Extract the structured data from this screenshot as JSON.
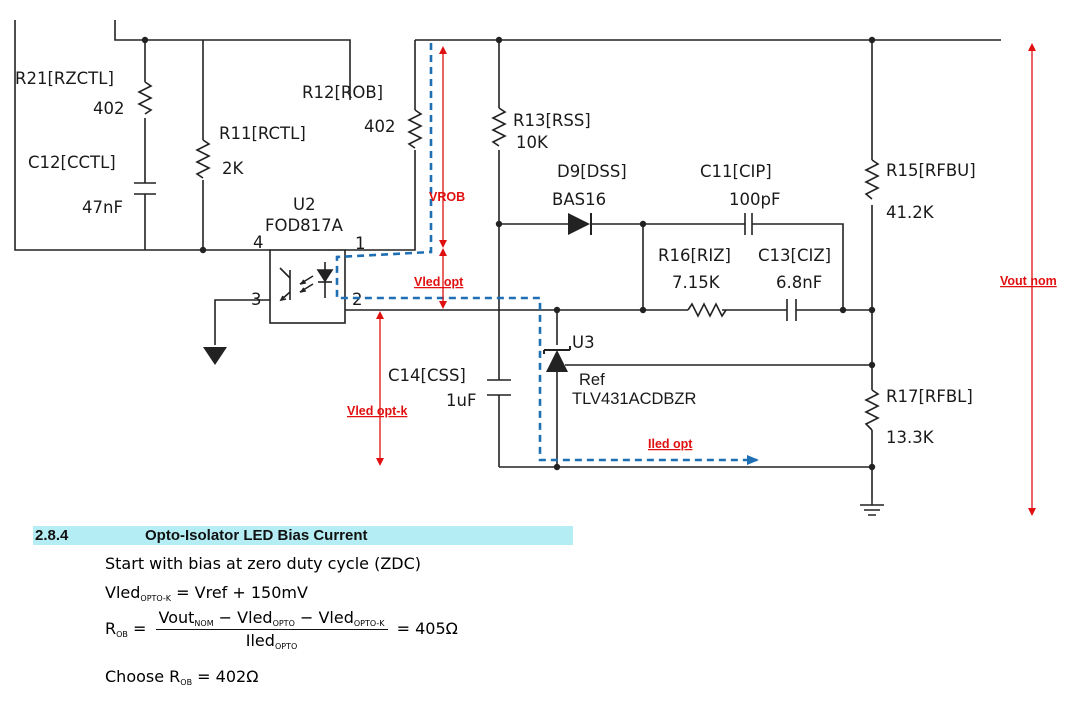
{
  "diagram": {
    "components": {
      "r21": {
        "ref": "R21[RZCTL]",
        "value": "402"
      },
      "c12": {
        "ref": "C12[CCTL]",
        "value": "47nF"
      },
      "r11": {
        "ref": "R11[RCTL]",
        "value": "2K"
      },
      "r12": {
        "ref": "R12[ROB]",
        "value": "402"
      },
      "u2": {
        "ref": "U2",
        "part": "FOD817A",
        "pin1": "1",
        "pin2": "2",
        "pin3": "3",
        "pin4": "4"
      },
      "r13": {
        "ref": "R13[RSS]",
        "value": "10K"
      },
      "d9": {
        "ref": "D9[DSS]",
        "part": "BAS16"
      },
      "c11": {
        "ref": "C11[CIP]",
        "value": "100pF"
      },
      "r16": {
        "ref": "R16[RIZ]",
        "value": "7.15K"
      },
      "c13": {
        "ref": "C13[CIZ]",
        "value": "6.8nF"
      },
      "r15": {
        "ref": "R15[RFBU]",
        "value": "41.2K"
      },
      "c14": {
        "ref": "C14[CSS]",
        "value": "1uF"
      },
      "u3": {
        "ref": "U3",
        "ref_pin": "Ref",
        "part": "TLV431ACDBZR"
      },
      "r17": {
        "ref": "R17[RFBL]",
        "value": "13.3K"
      }
    },
    "annotations": {
      "vrob": "VROB",
      "vled_opt": "Vled opt",
      "vled_opt_k": "Vled opt-k",
      "iled_opt": "Iled opt",
      "vout_nom": "Vout nom"
    },
    "colors": {
      "wire": "#222222",
      "annotation_arrow": "#e01010",
      "current_path": "#1f6fb5",
      "heading_bg": "#b4eef4"
    }
  },
  "section": {
    "number": "2.8.4",
    "title": "Opto-Isolator LED Bias Current",
    "line1": "Start with bias at zero duty cycle (ZDC)",
    "vled_lhs": "Vled",
    "vled_lhs_sub": "OPTO-K",
    "vled_rhs": " = Vref + 150mV",
    "rob_lhs": "R",
    "rob_lhs_sub": "OB",
    "eq": " = ",
    "num_t1": "Vout",
    "num_t1_sub": "NOM",
    "minus": " − ",
    "num_t2": "Vled",
    "num_t2_sub": "OPTO",
    "num_t3": "Vled",
    "num_t3_sub": "OPTO-K",
    "den": "Iled",
    "den_sub": "OPTO",
    "result": " = 405Ω",
    "choose": "Choose R",
    "choose_sub": "OB",
    "choose_rhs": " = 402Ω"
  }
}
